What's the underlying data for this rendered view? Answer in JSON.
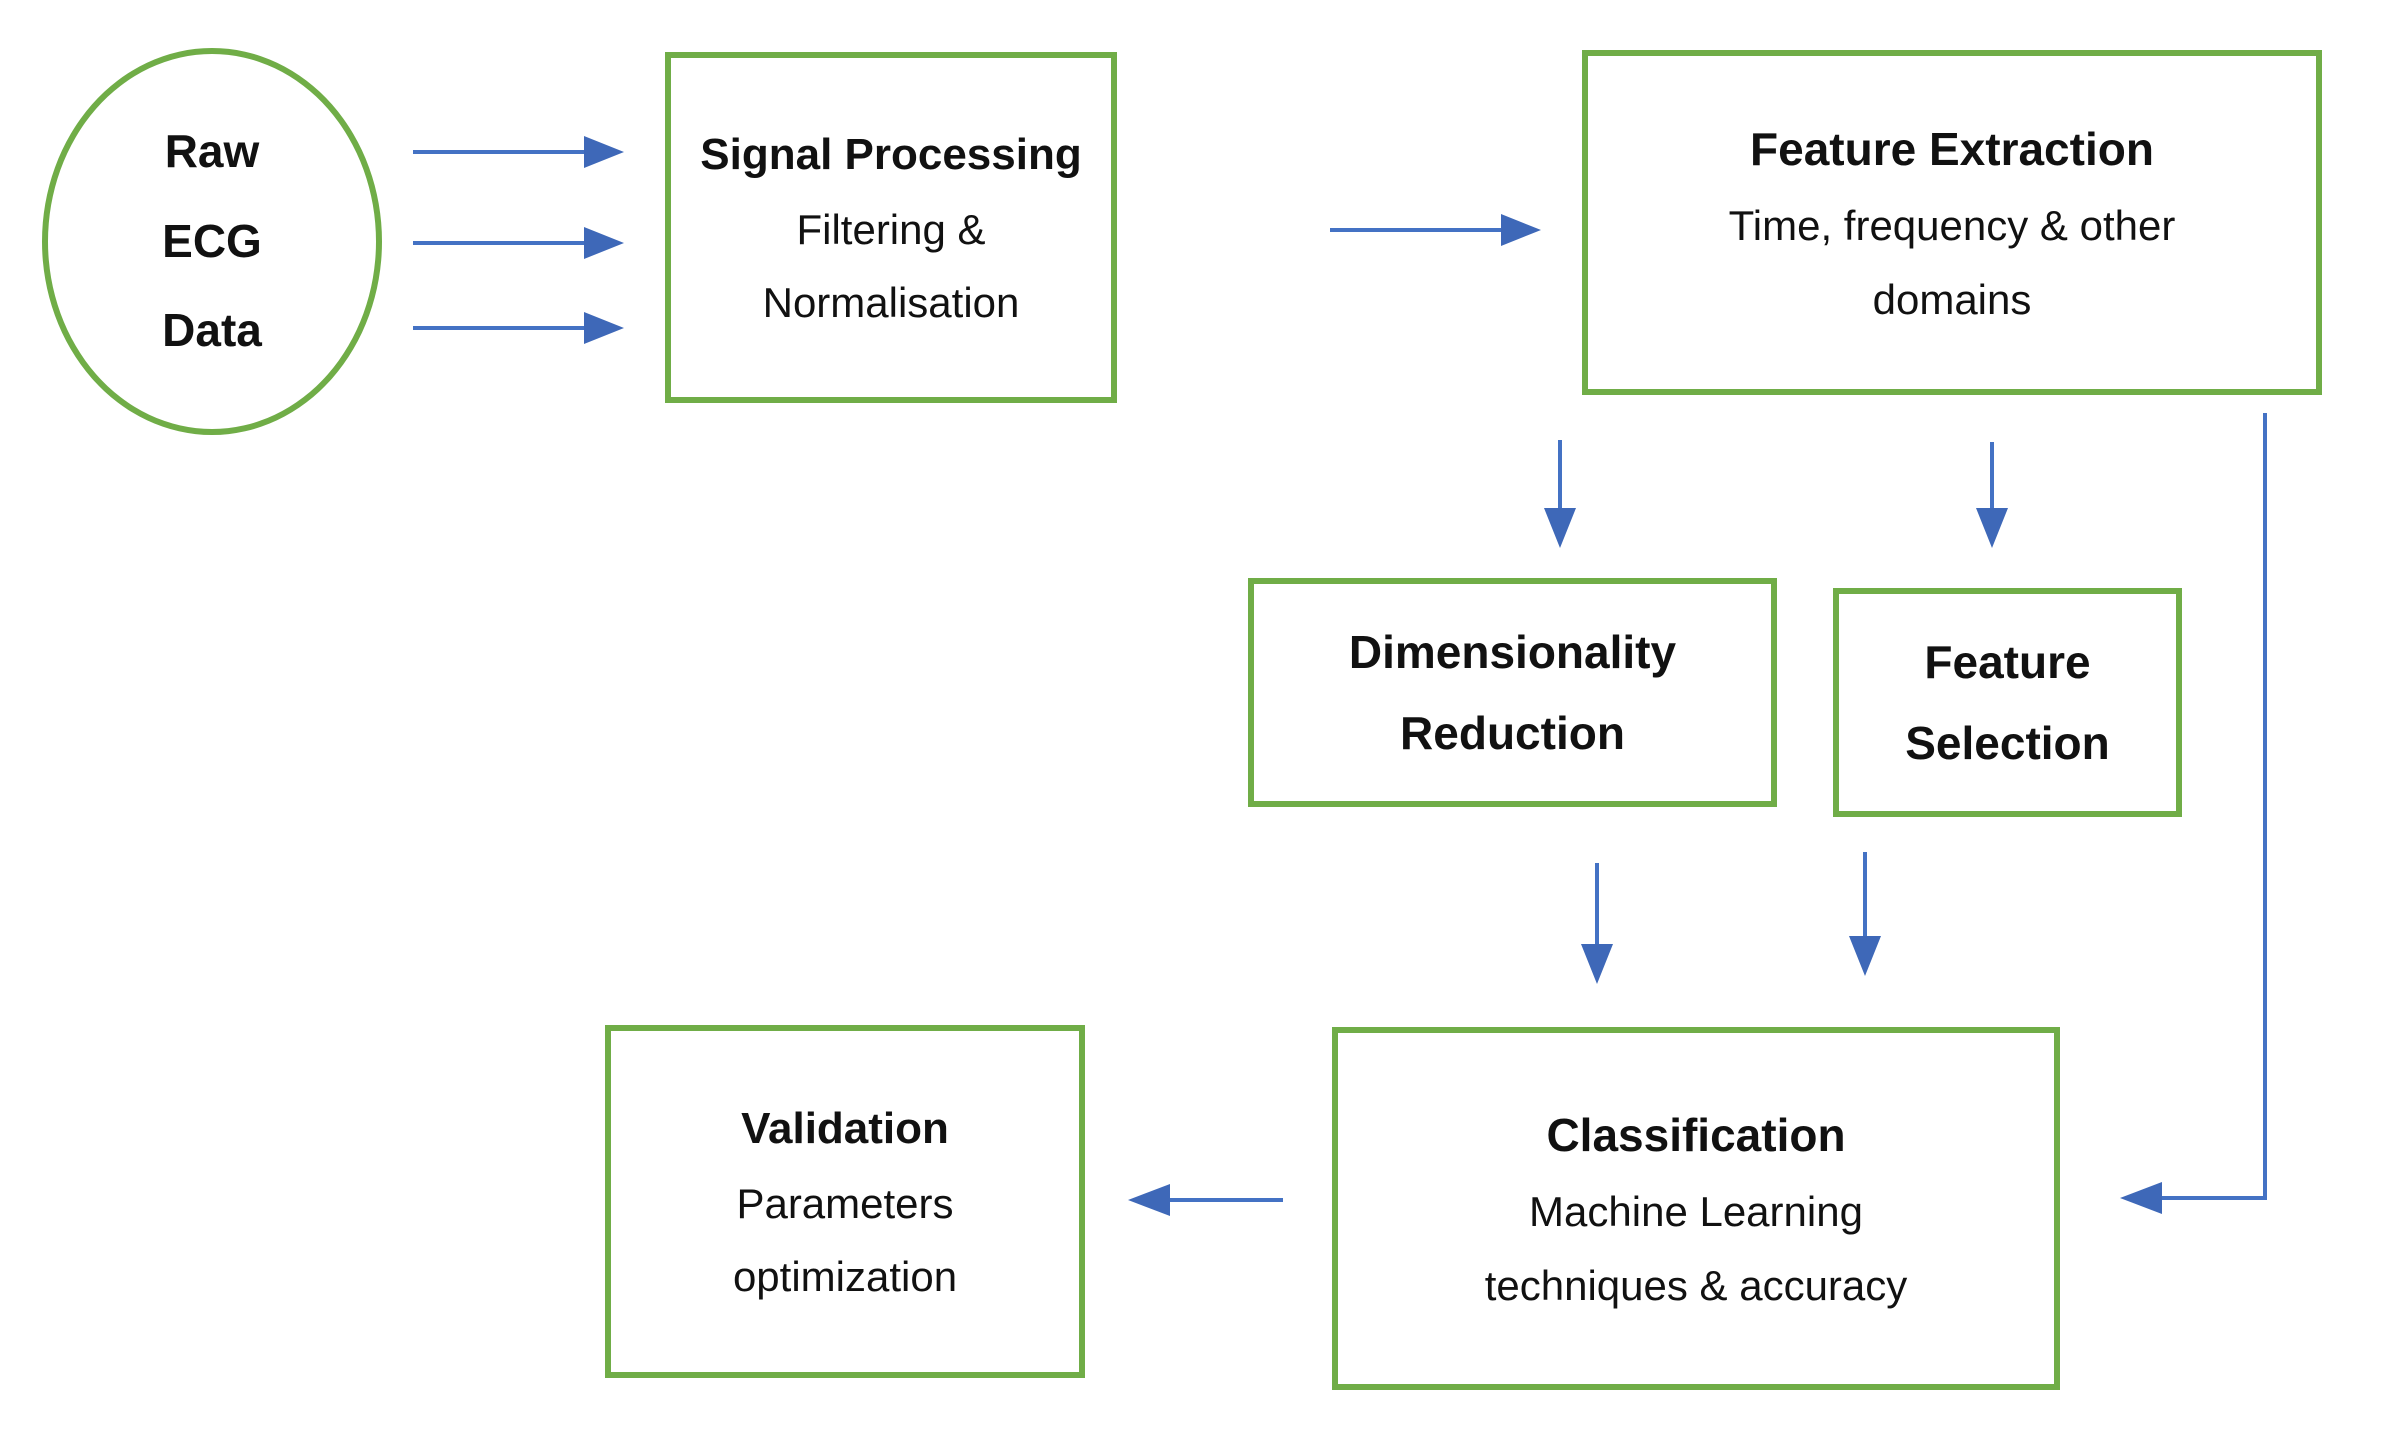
{
  "diagram": {
    "title": "ECG classification pipeline flowchart",
    "colors": {
      "background": "#ffffff",
      "node_border_green": "#70AD47",
      "arrow_blue": "#4472C4",
      "text_black": "#111111"
    },
    "nodes": {
      "raw_ecg": {
        "shape": "ellipse",
        "lines": [
          "Raw",
          "ECG",
          "Data"
        ]
      },
      "signal_processing": {
        "title": "Signal Processing",
        "subtitle_lines": [
          "Filtering &",
          "Normalisation"
        ]
      },
      "feature_extraction": {
        "title": "Feature Extraction",
        "subtitle_lines": [
          "Time, frequency & other",
          "domains"
        ]
      },
      "dimensionality_reduction": {
        "title_lines": [
          "Dimensionality",
          "Reduction"
        ]
      },
      "feature_selection": {
        "title_lines": [
          "Feature",
          "Selection"
        ]
      },
      "validation": {
        "title": "Validation",
        "subtitle_lines": [
          "Parameters",
          "optimization"
        ]
      },
      "classification": {
        "title": "Classification",
        "subtitle_lines": [
          "Machine Learning",
          "techniques & accuracy"
        ]
      }
    },
    "edges": [
      {
        "from": "raw_ecg",
        "to": "signal_processing",
        "style": "triple-horizontal-arrows"
      },
      {
        "from": "signal_processing",
        "to": "feature_extraction",
        "style": "horizontal-arrow"
      },
      {
        "from": "feature_extraction",
        "to": "dimensionality_reduction",
        "style": "vertical-arrow"
      },
      {
        "from": "feature_extraction",
        "to": "feature_selection",
        "style": "vertical-arrow"
      },
      {
        "from": "dimensionality_reduction",
        "to": "classification",
        "style": "vertical-arrow"
      },
      {
        "from": "feature_selection",
        "to": "classification",
        "style": "vertical-arrow"
      },
      {
        "from": "feature_extraction",
        "to": "classification",
        "style": "right-side-elbow-arrow"
      },
      {
        "from": "classification",
        "to": "validation",
        "style": "horizontal-arrow-left"
      }
    ]
  }
}
